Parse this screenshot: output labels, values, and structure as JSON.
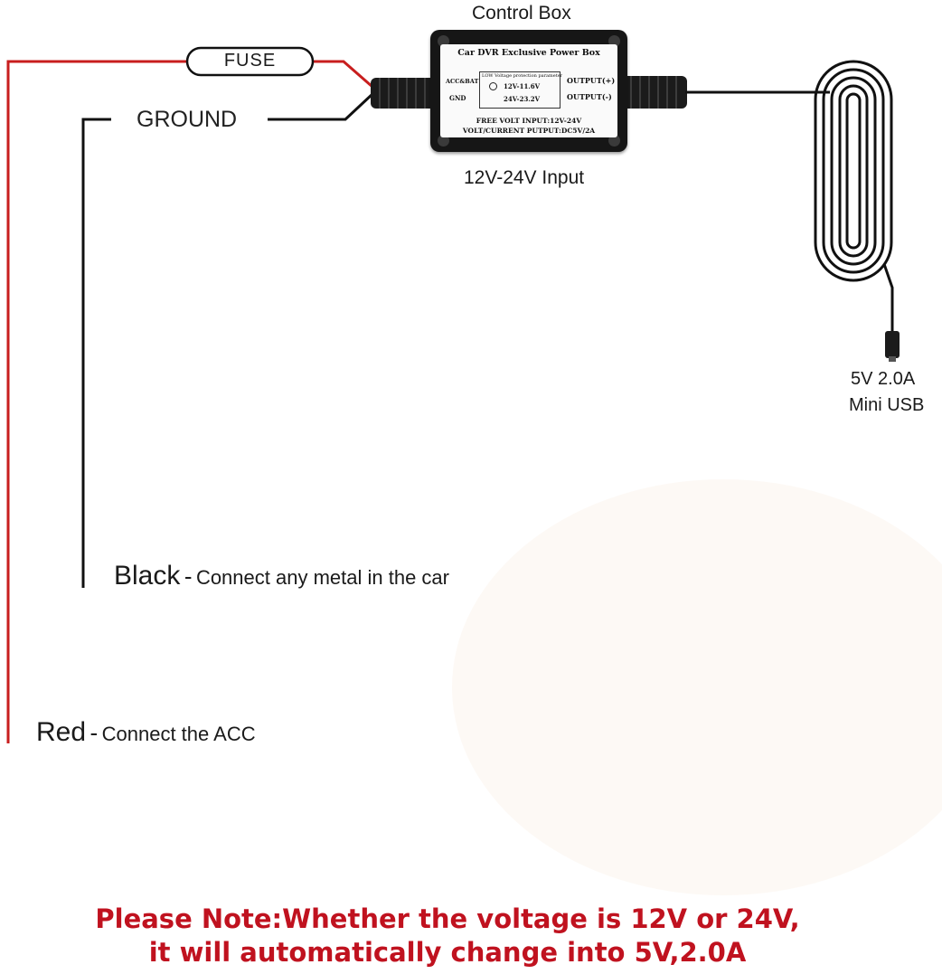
{
  "labels": {
    "control_box": "Control Box",
    "fuse": "FUSE",
    "ground": "GROUND",
    "input": "12V-24V Input",
    "output_line1": "5V 2.0A",
    "output_line2": "Mini USB",
    "black_wire": "Black",
    "black_desc": "Connect any metal in the car",
    "red_wire": "Red",
    "red_desc": "Connect the ACC",
    "dash": "-"
  },
  "power_box": {
    "title": "Car DVR Exclusive Power Box",
    "left_top": "ACC&BAT",
    "left_bottom": "GND",
    "protection_title": "LOW Voltage protection parameter",
    "protection_1": "12V-11.6V",
    "protection_2": "24V-23.2V",
    "right_top": "OUTPUT(+)",
    "right_bottom": "OUTPUT(-)",
    "spec_1": "FREE VOLT INPUT:12V-24V",
    "spec_2": "VOLT/CURRENT PUTPUT:DC5V/2A"
  },
  "note": {
    "line1": "Please Note:Whether the voltage is 12V or 24V,",
    "line2": "it will automatically change into 5V,2.0A"
  },
  "colors": {
    "red_wire": "#c81e1e",
    "black_wire": "#111111",
    "note_text": "#c0121f"
  }
}
